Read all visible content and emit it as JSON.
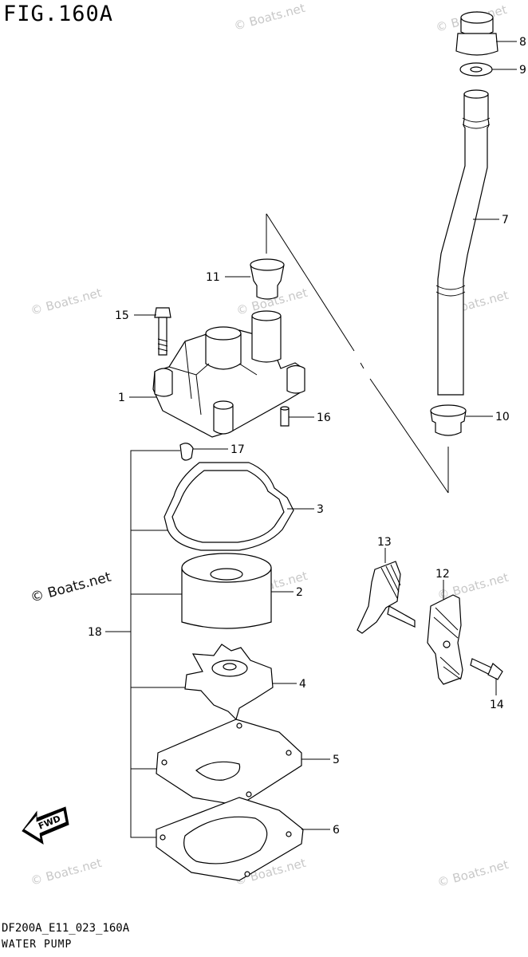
{
  "figure": {
    "title": "FIG.160A",
    "code": "DF200A_E11_023_160A",
    "name": "WATER PUMP"
  },
  "watermark": {
    "text": "© Boats.net",
    "featured_text": "© Boats.net"
  },
  "direction_label": "FWD",
  "callouts": [
    {
      "id": "1",
      "label": "1"
    },
    {
      "id": "2",
      "label": "2"
    },
    {
      "id": "3",
      "label": "3"
    },
    {
      "id": "4",
      "label": "4"
    },
    {
      "id": "5",
      "label": "5"
    },
    {
      "id": "6",
      "label": "6"
    },
    {
      "id": "7",
      "label": "7"
    },
    {
      "id": "8",
      "label": "8"
    },
    {
      "id": "9",
      "label": "9"
    },
    {
      "id": "10",
      "label": "10"
    },
    {
      "id": "11",
      "label": "11"
    },
    {
      "id": "12",
      "label": "12"
    },
    {
      "id": "13",
      "label": "13"
    },
    {
      "id": "14",
      "label": "14"
    },
    {
      "id": "15",
      "label": "15"
    },
    {
      "id": "16",
      "label": "16"
    },
    {
      "id": "17",
      "label": "17"
    },
    {
      "id": "18",
      "label": "18"
    }
  ]
}
